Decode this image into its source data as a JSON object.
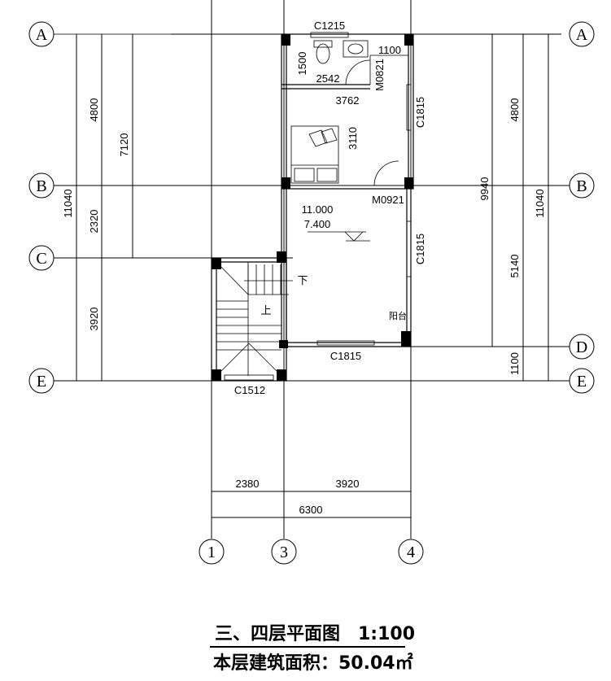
{
  "drawing": {
    "title": "三、四层平面图",
    "scale": "1:100",
    "area_label": "本层建筑面积：50.04㎡"
  },
  "axes": {
    "rows": [
      "A",
      "B",
      "C",
      "D",
      "E"
    ],
    "cols": [
      "1",
      "3",
      "4"
    ]
  },
  "dimensions": {
    "left_outer": "11040",
    "left_ab": "4800",
    "left_bc": "2320",
    "left_ce": "3920",
    "left_ac": "7120",
    "right_outer": "11040",
    "right_ab": "4800",
    "right_bd": "5140",
    "right_de": "1100",
    "right_ad": "9940",
    "bottom_13": "2380",
    "bottom_34": "3920",
    "bottom_total": "6300",
    "bath_width": "2542",
    "bath_height": "1500",
    "bath_door_width": "1100",
    "bedroom_width": "3762",
    "bedroom_depth": "3110"
  },
  "labels": {
    "window_top": "C1215",
    "window_right_upper": "C1815",
    "window_right_lower": "C1815",
    "window_balcony": "C1815",
    "window_stair": "C1512",
    "door_bath": "M0821",
    "door_bedroom": "M0921",
    "elev_top": "11.000",
    "elev_bottom": "7.400",
    "stair_down": "下",
    "stair_up": "上",
    "balcony": "阳台"
  }
}
